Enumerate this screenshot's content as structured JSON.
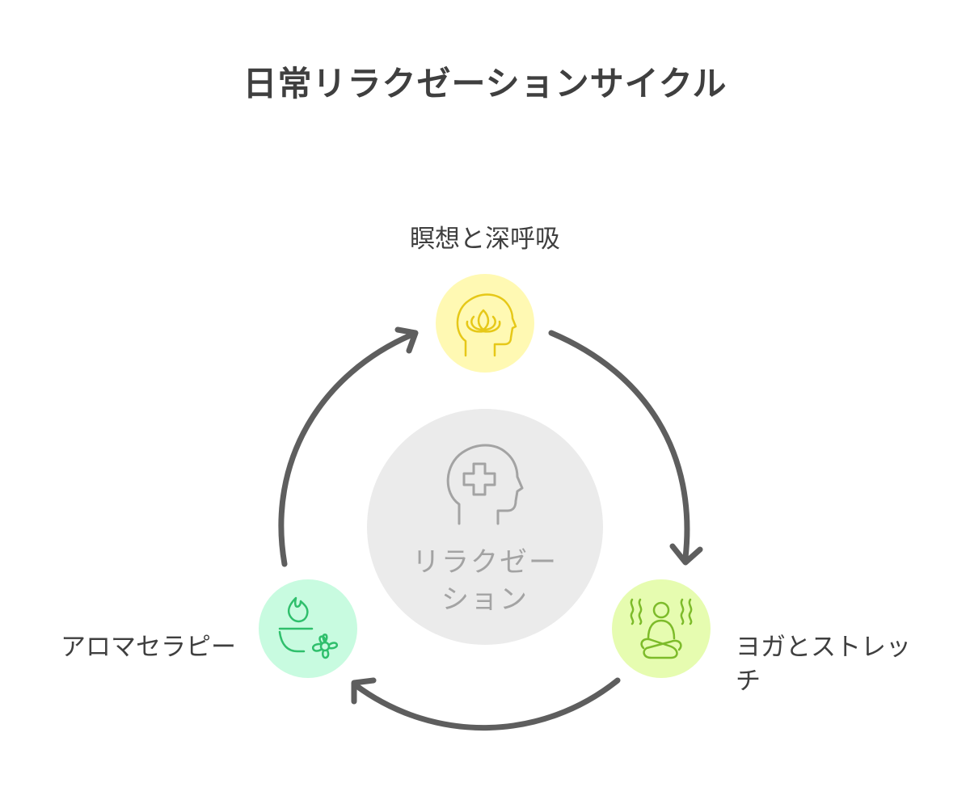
{
  "title": "日常リラクゼーションサイクル",
  "center": {
    "label": "リラクゼー\nション",
    "icon": "head-plus-icon",
    "fill": "#ebebeb",
    "color": "#a3a3a3"
  },
  "steps": [
    {
      "label": "瞑想と深呼吸",
      "icon": "head-lotus-icon",
      "fill": "#fff9b3",
      "stroke": "#e6c818"
    },
    {
      "label": "ヨガとストレッ\nチ",
      "icon": "yoga-meditation-icon",
      "fill": "#e6fcb0",
      "stroke": "#7dbb2a"
    },
    {
      "label": "アロマセラピー",
      "icon": "aroma-flame-flower-icon",
      "fill": "#c8fbe0",
      "stroke": "#2fbf6c"
    }
  ],
  "arrow_color": "#5e5e5e"
}
